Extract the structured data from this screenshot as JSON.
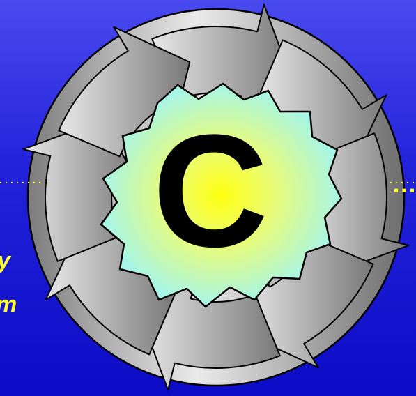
{
  "diagram": {
    "center_letter": "C",
    "left_dots": "…",
    "right_dots": "…",
    "partial_text_line1": "y",
    "partial_text_line2": "m",
    "colors": {
      "background_top": "#4a4af0",
      "background_bottom": "#0c0cc6",
      "ring_light": "#e2e2e2",
      "ring_dark": "#7a7a7a",
      "core_center": "#ffff10",
      "core_edge": "#a6f5e8",
      "letter": "#000000",
      "text_accent": "#ffff33"
    }
  }
}
